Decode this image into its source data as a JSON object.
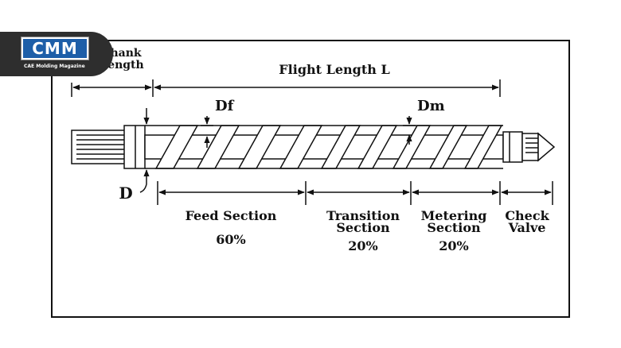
{
  "logo": {
    "text": "CMM",
    "tagline": "CAE Molding Magazine"
  },
  "labels": {
    "shank_length": "Shank\nLength",
    "flight_length": "Flight Length L",
    "flight_depth_feed": "Df",
    "flight_depth_metering": "Dm",
    "diameter": "D"
  },
  "sections": [
    {
      "name": "Feed Section",
      "percent": "60%"
    },
    {
      "name": "Transition\nSection",
      "percent": "20%"
    },
    {
      "name": "Metering\nSection",
      "percent": "20%"
    },
    {
      "name": "Check\nValve",
      "percent": ""
    }
  ]
}
